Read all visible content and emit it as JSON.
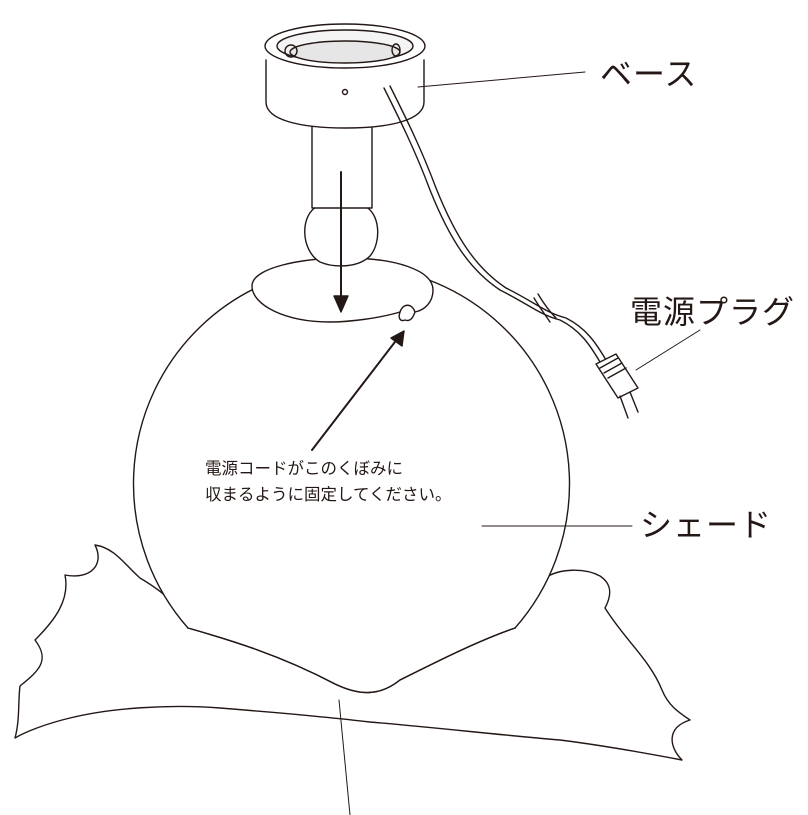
{
  "labels": {
    "base": "ベース",
    "power_plug": "電源プラグ",
    "shade": "シェード"
  },
  "note": {
    "line1": "電源コードがこのくぼみに",
    "line2": "収まるように固定してください。"
  },
  "colors": {
    "ink": "#231815",
    "paper": "#ffffff"
  }
}
